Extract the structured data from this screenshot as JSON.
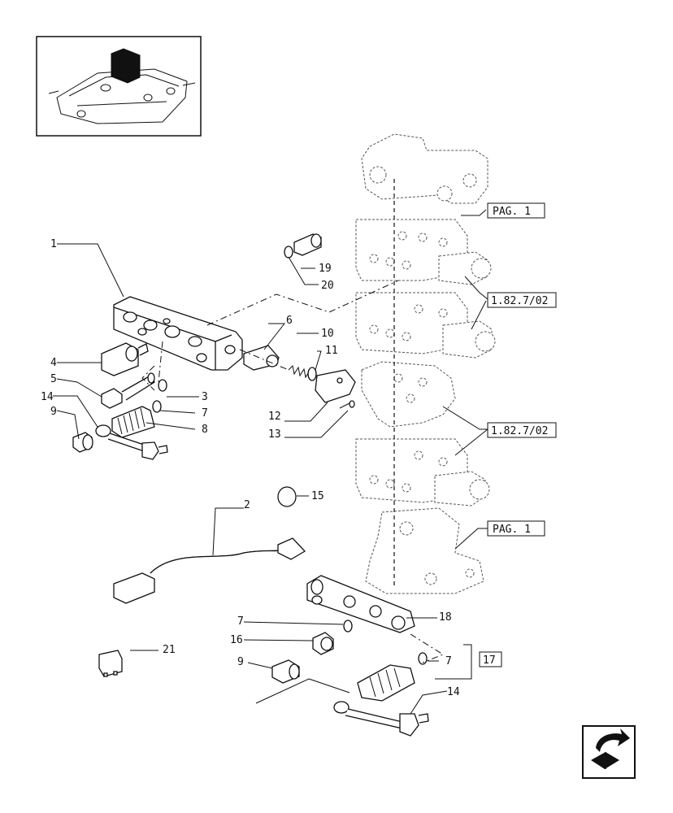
{
  "callouts": {
    "c1": "1",
    "c2": "2",
    "c3": "3",
    "c4": "4",
    "c5": "5",
    "c6": "6",
    "c7a": "7",
    "c7b": "7",
    "c7c": "7",
    "c8": "8",
    "c9a": "9",
    "c9b": "9",
    "c10": "10",
    "c11": "11",
    "c12": "12",
    "c13": "13",
    "c14a": "14",
    "c14b": "14",
    "c15": "15",
    "c16": "16",
    "c18": "18",
    "c19": "19",
    "c20": "20",
    "c21": "21"
  },
  "refs": {
    "pag1_top": "PAG. 1",
    "ref182_a": "1.82.7/02",
    "ref182_b": "1.82.7/02",
    "pag1_bottom": "PAG. 1",
    "kit17": "17"
  }
}
